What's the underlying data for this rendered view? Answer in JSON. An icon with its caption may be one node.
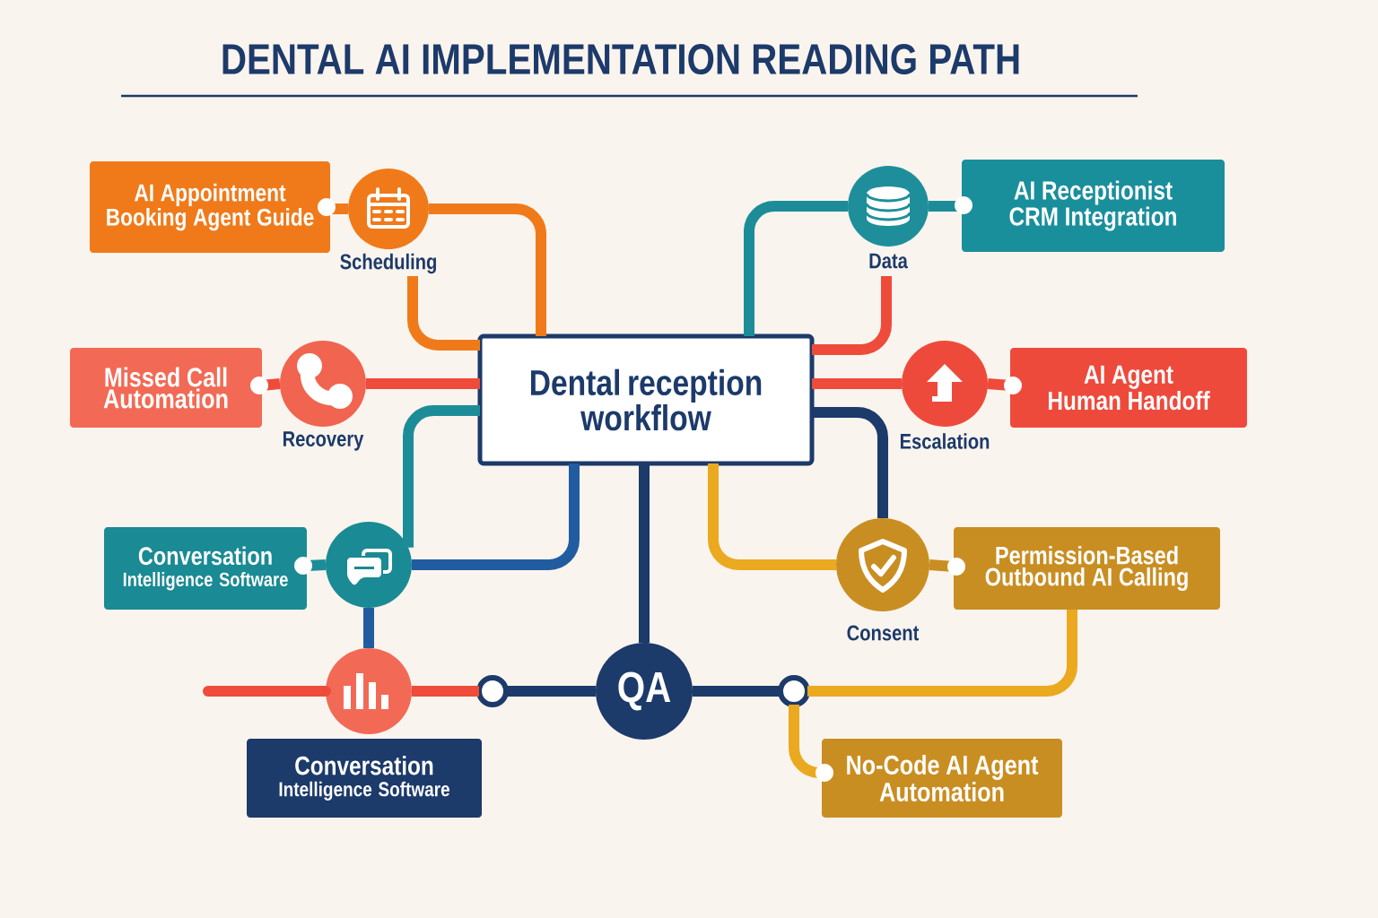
{
  "diagram": {
    "title": "DENTAL AI IMPLEMENTATION READING PATH",
    "nodes": [
      {
        "text": [
          "Dental reception workflow"
        ]
      },
      {
        "text": [
          "AI Appointment Booking Agent Guide"
        ]
      },
      {
        "text": [],
        "shape": "circle",
        "beside": [
          "Scheduling"
        ]
      },
      {
        "text": [
          "Missed Call Automation"
        ]
      },
      {
        "text": [],
        "shape": "circle",
        "beside": [
          "Recovery"
        ]
      },
      {
        "text": [
          "Conversation",
          "Intelligence Software"
        ]
      },
      {
        "text": [],
        "shape": "circle"
      },
      {
        "text": [],
        "shape": "circle"
      },
      {
        "text": [
          "Conversation",
          "Intelligence Software"
        ]
      },
      {
        "text": [],
        "shape": "circle"
      },
      {
        "text": [
          "QA"
        ]
      },
      {
        "text": [],
        "shape": "circle"
      },
      {
        "text": [
          "AI Receptionist CRM Integration"
        ]
      },
      {
        "text": [],
        "shape": "circle",
        "beside": [
          "Data"
        ]
      },
      {
        "text": [
          "AI Agent Human Handoff"
        ]
      },
      {
        "text": [],
        "shape": "circle",
        "beside": [
          "Escalation"
        ]
      },
      {
        "text": [
          "Permission-Based Outbound AI Calling"
        ]
      },
      {
        "text": [],
        "shape": "circle",
        "beside": [
          "Consent"
        ]
      },
      {
        "text": [
          "No-Code AI Agent Automation"
        ]
      }
    ],
    "edges": [
      {
        "from": 1,
        "to": 2,
        "arrow": "none",
        "color": "#f07a1a"
      },
      {
        "from": 2,
        "to": 0,
        "arrow": "none",
        "color": "#f07a1a"
      },
      {
        "from": 2,
        "to": 0,
        "arrow": "none",
        "color": "#f07a1a"
      },
      {
        "from": 3,
        "to": 4,
        "arrow": "none",
        "color": "#ee4b3a"
      },
      {
        "from": 4,
        "to": 0,
        "arrow": "none",
        "color": "#ee4b3a"
      },
      {
        "from": 0,
        "to": 6,
        "arrow": "none",
        "color": "#1c8d98"
      },
      {
        "from": 0,
        "to": 6,
        "arrow": "none",
        "color": "#215ca0"
      },
      {
        "from": 5,
        "to": 6,
        "arrow": "none",
        "color": "#1c8d98"
      },
      {
        "from": 6,
        "to": 7,
        "arrow": "none",
        "color": "#215ca0"
      },
      {
        "from": null,
        "to": 7,
        "arrow": "none",
        "color": "#ee4b3a"
      },
      {
        "from": 7,
        "to": 9,
        "arrow": "none",
        "color": "#ee4b3a"
      },
      {
        "from": 9,
        "to": 10,
        "arrow": "none",
        "color": "#1c3a6a"
      },
      {
        "from": 0,
        "to": 10,
        "arrow": "none",
        "color": "#1c3a6a"
      },
      {
        "from": 10,
        "to": 11,
        "arrow": "none",
        "color": "#1c3a6a"
      },
      {
        "from": 11,
        "to": 16,
        "arrow": "none",
        "color": "#eaa91f"
      },
      {
        "from": 11,
        "to": 18,
        "arrow": "none",
        "color": "#eaa91f"
      },
      {
        "from": 13,
        "to": 12,
        "arrow": "none",
        "color": "#1c8d98"
      },
      {
        "from": 13,
        "to": 0,
        "arrow": "none",
        "color": "#1c8d98"
      },
      {
        "from": 13,
        "to": 0,
        "arrow": "none",
        "color": "#ee4b3a"
      },
      {
        "from": 15,
        "to": 14,
        "arrow": "none",
        "color": "#ee4b3a"
      },
      {
        "from": 0,
        "to": 15,
        "arrow": "none",
        "color": "#ee4b3a"
      },
      {
        "from": 0,
        "to": 17,
        "arrow": "none",
        "color": "#1c3a6a"
      },
      {
        "from": 0,
        "to": 17,
        "arrow": "none",
        "color": "#eaa91f"
      },
      {
        "from": 17,
        "to": 16,
        "arrow": "none",
        "color": "#c98e22"
      }
    ]
  }
}
